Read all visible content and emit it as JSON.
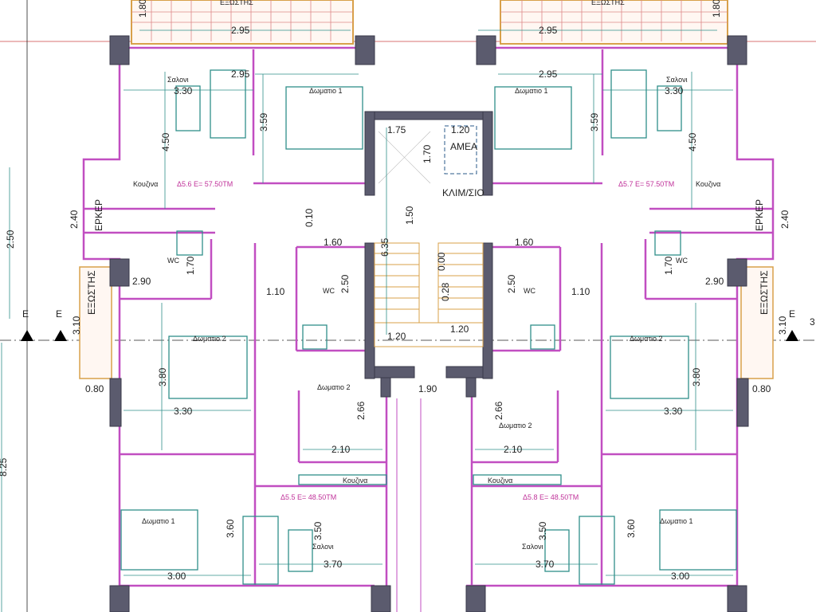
{
  "plan": {
    "colors": {
      "wall": "#c14ec1",
      "column": "#5b5b6e",
      "dimension": "#2f8f8a",
      "stair": "#d8a04a",
      "area_label": "#c0329a"
    },
    "section_marker": "E",
    "section_marker_right_partial": "3",
    "overall_dims": {
      "left_250": "2.50",
      "left_825": "8.25"
    },
    "core": {
      "lift_width": "1.75",
      "lift_depth": "1.70",
      "amea_width": "1.20",
      "amea_label": "ΑΜΕΑ",
      "stair_label": "ΚΛΙΜ/ΣΙΟ",
      "landing": "1.50",
      "stair_len": "6.35",
      "riser_000": "0.00",
      "riser_028": "0.28",
      "flight_left": "1.20",
      "flight_right": "1.20",
      "entrance": "1.90"
    },
    "units": {
      "top_left": {
        "balcony": "ΕΞΩΣΤΗΣ",
        "balcony_depth": "1.80",
        "balcony_width": "2.95",
        "living": "Σαλονι",
        "living_w": "3.30",
        "living_d": "4.50",
        "bed": "Δωματιο 1",
        "bed_w": "2.95",
        "bed_d": "3.59",
        "kitchen": "Κουζινα",
        "area": "Δ5.6 Ε= 57.50ΤΜ",
        "erker": "ΕΡΚΕΡ",
        "erker_d": "2.40",
        "wall_010": "0.10"
      },
      "top_right": {
        "balcony": "ΕΞΩΣΤΗΣ",
        "balcony_depth": "1.80",
        "balcony_width": "2.95",
        "living": "Σαλονι",
        "living_w": "3.30",
        "living_d": "4.50",
        "bed": "Δωματιο 1",
        "bed_w": "2.95",
        "bed_d": "3.59",
        "kitchen": "Κουζινα",
        "area": "Δ5.7 Ε= 57.50ΤΜ",
        "erker": "ΕΡΚΕΡ",
        "erker_d": "2.40"
      },
      "mid_left": {
        "wc1": "WC",
        "wc1_d": "1.70",
        "wc1_w": "2.90",
        "corridor": "1.60",
        "hall": "1.10",
        "wc2": "WC",
        "wc2_d": "2.50",
        "balcony": "ΕΞΩΣΤΗΣ",
        "balcony_d": "3.10",
        "balcony_w": "0.80",
        "bed2": "Δωματιο 2",
        "bed2_d": "3.80",
        "bed2_w": "3.30",
        "bed2b": "Δωματιο 2",
        "bed2b_d": "2.66",
        "bed2b_w": "2.10"
      },
      "mid_right": {
        "wc1": "WC",
        "wc1_d": "1.70",
        "wc1_w": "2.90",
        "corridor": "1.60",
        "hall": "1.10",
        "wc2": "WC",
        "wc2_d": "2.50",
        "balcony": "ΕΞΩΣΤΗΣ",
        "balcony_d": "3.10",
        "balcony_w": "0.80",
        "bed2": "Δωματιο 2",
        "bed2_d": "3.80",
        "bed2_w": "3.30",
        "bed2b": "Δωματιο 2",
        "bed2b_d": "2.66",
        "bed2b_w": "2.10"
      },
      "bottom_left": {
        "kitchen": "Κουζινα",
        "area": "Δ5.5 Ε= 48.50ΤΜ",
        "bed1": "Δωματιο 1",
        "bed1_d": "3.60",
        "bed1_w": "3.00",
        "living": "Σαλονι",
        "living_d": "3.50",
        "living_w": "3.70"
      },
      "bottom_right": {
        "kitchen": "Κουζινα",
        "area": "Δ5.8 Ε= 48.50ΤΜ",
        "bed1": "Δωματιο 1",
        "bed1_d": "3.60",
        "bed1_w": "3.00",
        "living": "Σαλονι",
        "living_d": "3.50",
        "living_w": "3.70"
      }
    }
  }
}
